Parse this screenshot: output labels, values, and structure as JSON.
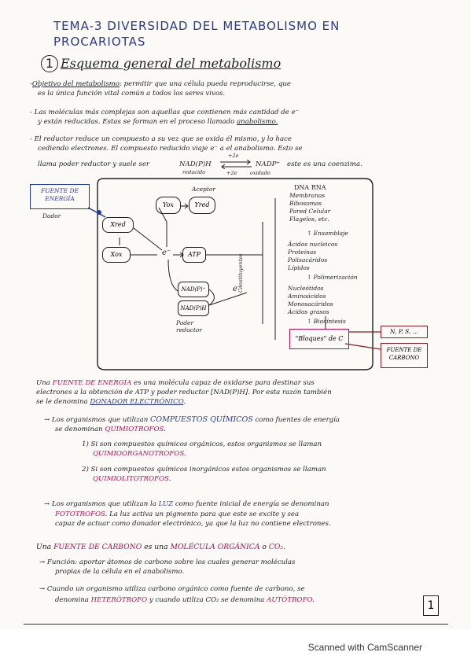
{
  "title": {
    "line1": "TEMA-3 DIVERSIDAD DEL METABOLISMO EN",
    "line2": "PROCARIOTAS"
  },
  "section1": {
    "number": "1",
    "label": "Esquema general del metabolismo"
  },
  "paragraphs": {
    "objetivo_label": "Objetivo del metabolismo",
    "objetivo_l1_rest": ": permitir que una célula pueda reproducirse, que",
    "objetivo_l2": "es la única función vital común a todos los seres vivos.",
    "moleculas_l1": "- Las moléculas más complejas son aquellas que contienen más cantidad de e⁻",
    "moleculas_l2a": "y están reducidas. Estas se forman en el proceso llamado ",
    "moleculas_l2b": "anabolismo.",
    "reductor_l1": "- El reductor reduce un compuesto a su vez que se oxida él mismo, y lo hace",
    "reductor_l2": "cediendo electrones. El compuesto reducido viaje e⁻ a el anabolismo. Esto se",
    "reductor_l3a": "llama poder reductor y suele ser",
    "nadph": "NAD(P)H",
    "arrow_top": "+2e",
    "arrow_bottom": "+2e",
    "reducido": "reducido",
    "oxidado": "oxidado",
    "nadp": "NADP⁺",
    "reductor_l3b": "este es una coenzima."
  },
  "diagram": {
    "fuente_energia": "FUENTE DE ENERGÍA",
    "dador": "Dador",
    "xred": "Xred",
    "xox": "Xox",
    "yox": "Yox",
    "yred": "Yred",
    "aceptor": "Aceptor",
    "electron1": "e⁻",
    "atp": "ATP",
    "nadp_plus": "NAD(P)⁺",
    "nadph": "NAD(P)H",
    "electron2": "e⁻",
    "poder_reductor": "Poder reductor",
    "vertical_label": "Constituyentes",
    "dna_rna": "DNA RNA",
    "macromolecules": [
      "Membranas",
      "Ribosomas",
      "Pared Celular",
      "Flagelos, etc."
    ],
    "ensamblaje": "Ensamblaje",
    "polymers": [
      "Ácidos nucleicos",
      "Proteínas",
      "Polisacáridos",
      "Lípidos"
    ],
    "polimerizacion": "Polimerización",
    "monomers": [
      "Nucleótidos",
      "Aminoácidos",
      "Monosacáridos",
      "Ácidos grasos"
    ],
    "biosintesis": "Biosíntesis",
    "bloques": "\"Bloques\" de C",
    "nps": "N, P, S, ...",
    "fuente_carbono": "FUENTE DE CARBONO"
  },
  "energy": {
    "l1a": "Una ",
    "l1b": "FUENTE DE ENERGÍA",
    "l1c": " es una molécula capaz de oxidarse para destinar sus",
    "l2": "electrones a la obtención de ATP y poder reductor [NAD(P)H]. Por esta razón también",
    "l3a": "se le denomina ",
    "l3b": "DONADOR ELECTRÓNICO",
    "l3c": ".",
    "q1a": "→ Los organismos que utilizan ",
    "q1b": "COMPUESTOS QUÍMICOS",
    "q1c": " como fuentes de energía",
    "q2a": "se denominan ",
    "q2b": "QUIMIOTROFOS",
    "q2c": ".",
    "o1a": "1) Si son compuestos químicos orgánicos, estos organismos se llaman",
    "o1b": "QUIMIOORGANOTROFOS",
    "o1c": ".",
    "o2a": "2) Si son compuestos químicos inorgánicos estos organismos se llaman",
    "o2b": "QUIMIOLITOTROFOS",
    "o2c": ".",
    "luz1a": "→ Los organismos que utilizan la ",
    "luz1b": "LUZ",
    "luz1c": " como fuente inicial de energía se denominan",
    "luz2a": "FOTOTROFOS",
    "luz2b": ". La luz activa un pigmento para que este se excite y sea",
    "luz3": "capaz de actuar como donador electrónico, ya que la luz no contiene electrones."
  },
  "carbon": {
    "l1a": "Una ",
    "l1b": "FUENTE DE CARBONO",
    "l1c": " es una ",
    "l1d": "MOLÉCULA ORGÁNICA",
    "l1e": " o ",
    "l1f": "CO₂",
    "l1g": ".",
    "f1": "→ Función: aportar átomos de carbono sobre los cuales generar moléculas",
    "f2": "propias de la célula en el anabolismo.",
    "h1": "→ Cuando un organismo utiliza carbono orgánico como fuente de carbono, se",
    "h2a": "denomina ",
    "h2b": "HETERÓTROFO",
    "h2c": " y cuando utiliza CO₂ se denomina ",
    "h2d": "AUTÓTROFO",
    "h2e": "."
  },
  "page_number": "1",
  "footer": "Scanned with CamScanner",
  "colors": {
    "ink": "#1e1e24",
    "blue": "#2b3a8c",
    "pink": "#b0115a",
    "maroon": "#8a1c2a"
  }
}
